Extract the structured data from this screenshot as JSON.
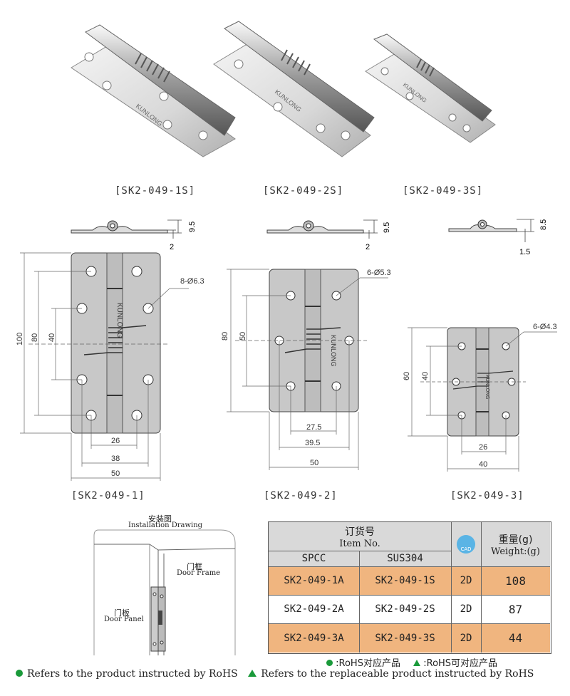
{
  "products": [
    {
      "caption": "[SK2-049-1S]"
    },
    {
      "caption": "[SK2-049-2S]"
    },
    {
      "caption": "[SK2-049-3S]"
    }
  ],
  "brand": "KUNLONG",
  "side_views": [
    {
      "height": "9.5",
      "thickness": "2"
    },
    {
      "height": "9.5",
      "thickness": "2"
    },
    {
      "height": "8.5",
      "thickness": "1.5"
    }
  ],
  "drawings": [
    {
      "caption": "[SK2-049-1]",
      "holes": "8-Ø6.3",
      "height": "100",
      "hole_v_outer": "80",
      "hole_v_inner": "40",
      "dim_a": "26",
      "dim_b": "38",
      "width": "50"
    },
    {
      "caption": "[SK2-049-2]",
      "holes": "6-Ø5.3",
      "height": "80",
      "hole_v": "50",
      "dim_a": "27.5",
      "dim_b": "39.5",
      "width": "50"
    },
    {
      "caption": "[SK2-049-3]",
      "holes": "6-Ø4.3",
      "height": "60",
      "hole_v": "40",
      "dim_a": "26",
      "width": "40"
    }
  ],
  "installation": {
    "title_cn": "安装图",
    "title_en": "Installation Drawing",
    "frame_cn": "门框",
    "frame_en": "Door Frame",
    "panel_cn": "门板",
    "panel_en": "Door Panel"
  },
  "order_table": {
    "item_no_cn": "订货号",
    "item_no_en": "Item No.",
    "col_spcc": "SPCC",
    "col_sus": "SUS304",
    "cad_label": "CAD",
    "weight_cn": "重量(g)",
    "weight_en": "Weight:(g)",
    "rows": [
      {
        "spcc": "SK2-049-1A",
        "sus": "SK2-049-1S",
        "cad": "2D",
        "weight": "108"
      },
      {
        "spcc": "SK2-049-2A",
        "sus": "SK2-049-2S",
        "cad": "2D",
        "weight": "87"
      },
      {
        "spcc": "SK2-049-3A",
        "sus": "SK2-049-3S",
        "cad": "2D",
        "weight": "44"
      }
    ]
  },
  "rohs_cn": {
    "a": ":RoHS对应产品",
    "b": ":RoHS可对应产品"
  },
  "rohs_en": {
    "a": "Refers to the product instructed by RoHS",
    "b": "Refers to the replaceable product instructed by RoHS"
  },
  "colors": {
    "orange": "#f0b57f",
    "green": "#1a9a3a",
    "header": "#d9d9d9",
    "cad_blue": "#5ab4e5"
  }
}
